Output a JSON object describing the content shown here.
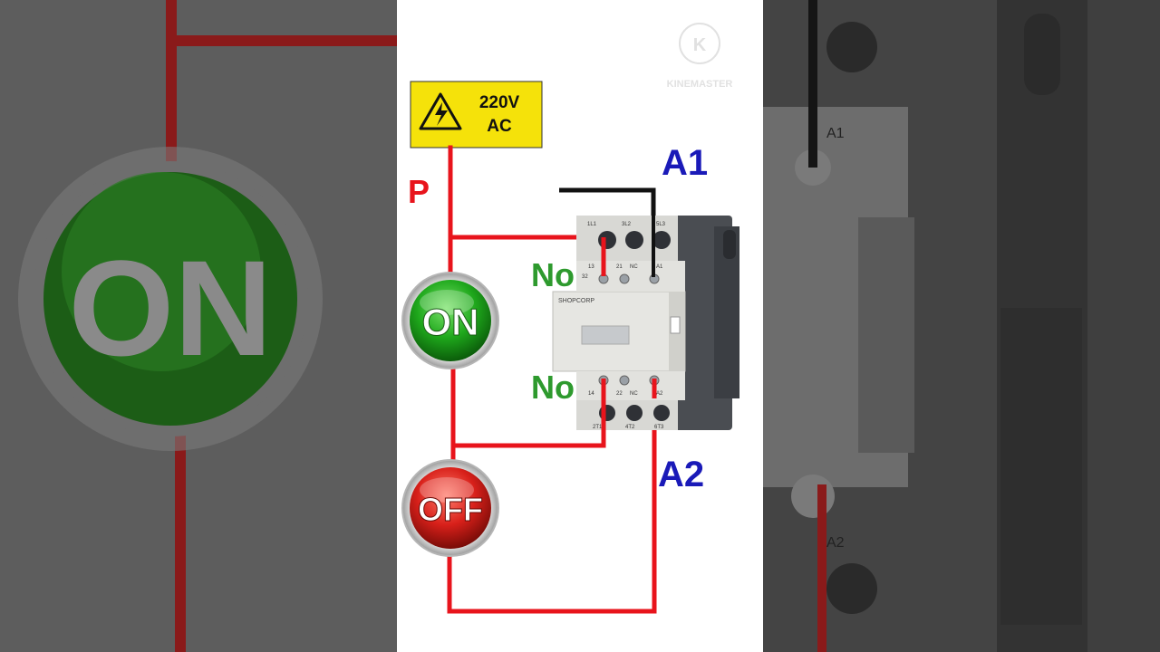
{
  "warning_sign": {
    "line1": "220V",
    "line2": "AC",
    "icon": "high-voltage-icon",
    "bg_color": "#f5e20a"
  },
  "labels": {
    "phase": "P",
    "coil_a1": "A1",
    "coil_a2": "A2",
    "no_top": "No",
    "no_bottom": "No"
  },
  "buttons": {
    "on_label": "ON",
    "off_label": "OFF"
  },
  "contactor": {
    "brand": "SHOPCORP",
    "top_terminals": [
      "1L1",
      "3L2",
      "5L3"
    ],
    "aux_top": [
      "13",
      "21",
      "NC",
      "A1"
    ],
    "aux_top_sub": "32",
    "aux_bottom": [
      "14",
      "22",
      "NC",
      "A2"
    ],
    "bottom_terminals": [
      "2T1",
      "4T2",
      "6T3"
    ]
  },
  "watermark": {
    "text": "KINEMASTER",
    "icon": "kinemaster-logo-icon"
  },
  "background_left": {
    "button_text": "ON"
  },
  "background_right": {
    "label_a1": "A1",
    "label_a2": "A2"
  },
  "colors": {
    "wire_red": "#e8141c",
    "wire_black": "#111111",
    "label_blue": "#1a1ab8",
    "label_green": "#2e9a2e",
    "label_red": "#e8141c",
    "on_green": "#1faa1f",
    "off_red": "#d8201a"
  }
}
